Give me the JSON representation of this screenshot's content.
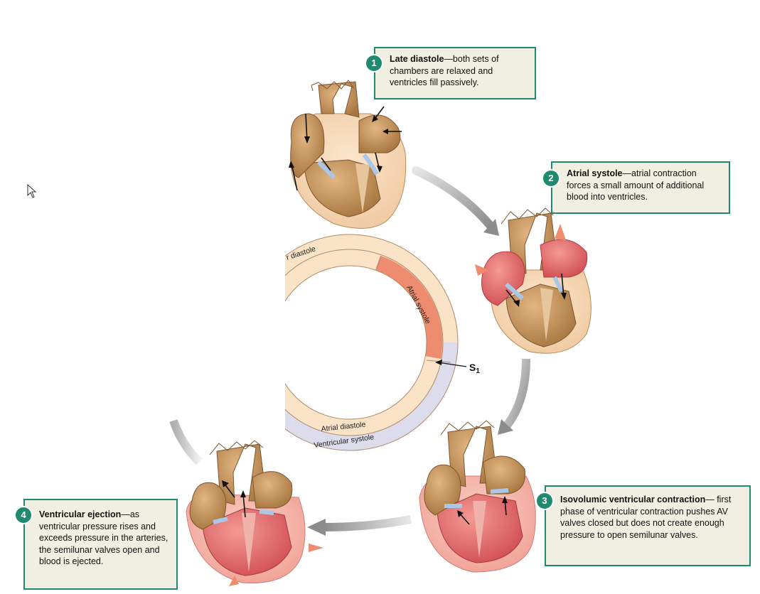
{
  "diagram": {
    "steps": [
      {
        "number": "1",
        "title": "Late diastole",
        "text": "—both sets of chambers are relaxed and ventricles fill passively."
      },
      {
        "number": "2",
        "title": "Atrial systole",
        "text": "—atrial contraction forces a small amount of additional blood into ventricles."
      },
      {
        "number": "3",
        "title": "Isovolumic ventricular contraction",
        "text": "— first phase of ventricular contraction pushes AV valves closed but does not create enough pressure to open semilunar valves."
      },
      {
        "number": "4",
        "title": "Ventricular ejection",
        "text": "—as ventricular pressure rises and exceeds pressure in the arteries, the semilunar valves open and blood is ejected."
      }
    ],
    "ring_labels": {
      "atrial_diastole_top": "r diastole",
      "atrial_systole": "Atrial systole",
      "atrial_diastole_bottom": "Atrial diastole",
      "ventricular_systole": "Ventricular systole",
      "s1": "S",
      "s1_sub": "1"
    },
    "colors": {
      "callout_border": "#1f8a6e",
      "callout_bg": "#f1eee2",
      "atrial_ring": "#fbe3c8",
      "atrial_systole": "#ee8c70",
      "ventricular_ring": "#dcdcec",
      "relaxed_muscle": "#b98a55",
      "contracting_muscle": "#e0666a"
    }
  }
}
